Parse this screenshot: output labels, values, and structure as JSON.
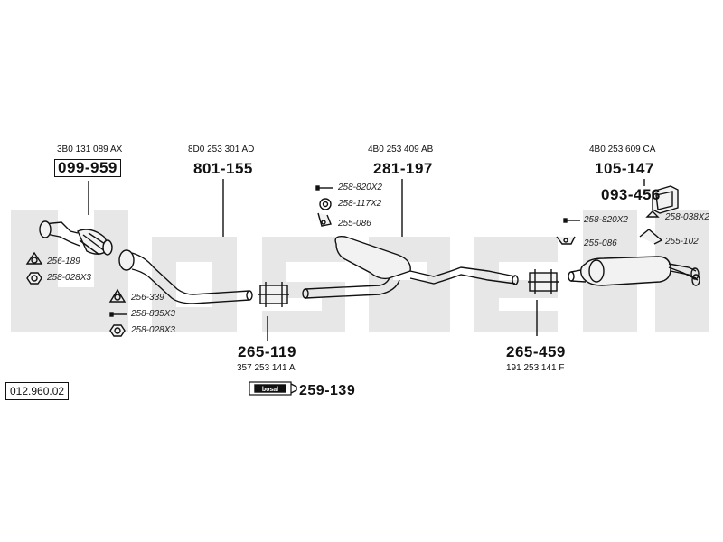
{
  "diagram_number": "012.960.02",
  "watermark": "bosal",
  "parts": {
    "front_pipe": {
      "oe_ref": "3B0 131 089 AX",
      "number": "099-959"
    },
    "middle_pipe": {
      "oe_ref": "8D0 253 301 AD",
      "number": "801-155"
    },
    "centre_silencer": {
      "oe_ref": "4B0 253 409 AB",
      "number": "281-197"
    },
    "rear_silencer": {
      "oe_ref": "4B0 253 609 CA",
      "number": "105-147"
    },
    "mount": {
      "number": "093-456"
    },
    "clamp_front": {
      "number": "265-119",
      "oe_ref": "357 253 141 A"
    },
    "clamp_rear": {
      "number": "265-459",
      "oe_ref": "191 253 141 F"
    },
    "assembly_paste": {
      "number": "259-139",
      "logo": "bosal"
    }
  },
  "accessories": {
    "a256_189": "256-189",
    "a258_028x3_top": "258-028X3",
    "a256_339": "256-339",
    "a258_835x3": "258-835X3",
    "a258_028x3_bottom": "258-028X3",
    "a258_820x2_mid": "258-820X2",
    "a258_117x2": "258-117X2",
    "a255_086_mid": "255-086",
    "a258_820x2_rear": "258-820X2",
    "a258_038x2": "258-038X2",
    "a255_086_rear": "255-086",
    "a255_102": "255-102"
  },
  "icons": [
    "gasket-icon",
    "nut-icon",
    "bolt-icon",
    "washer-icon",
    "hanger-icon",
    "rubber-mount-icon",
    "clamp-icon",
    "paste-tube-icon"
  ],
  "colors": {
    "line": "#111111",
    "watermark": "#e6e6e6",
    "part_fill": "#f2f2f2"
  }
}
